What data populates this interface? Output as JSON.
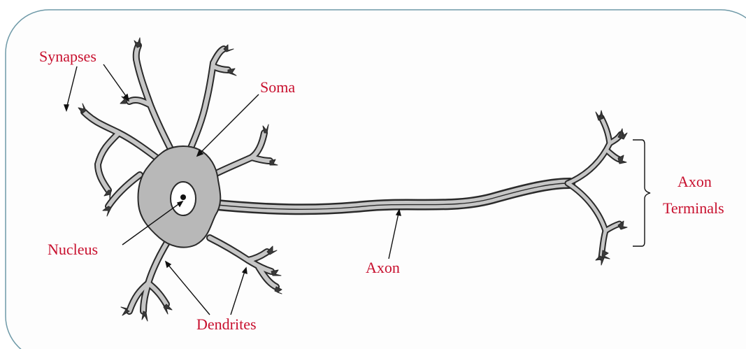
{
  "labels": {
    "synapses": "Synapses",
    "soma": "Soma",
    "nucleus": "Nucleus",
    "axon": "Axon",
    "dendrites": "Dendrites",
    "axon_terminals_line1": "Axon",
    "axon_terminals_line2": "Terminals"
  },
  "colors": {
    "label": "#c8102e",
    "soma_fill": "#b8b8b8",
    "outline": "#2a2a2a",
    "axon_fill": "#c6c6c6",
    "frame": "#6f9aa8"
  }
}
